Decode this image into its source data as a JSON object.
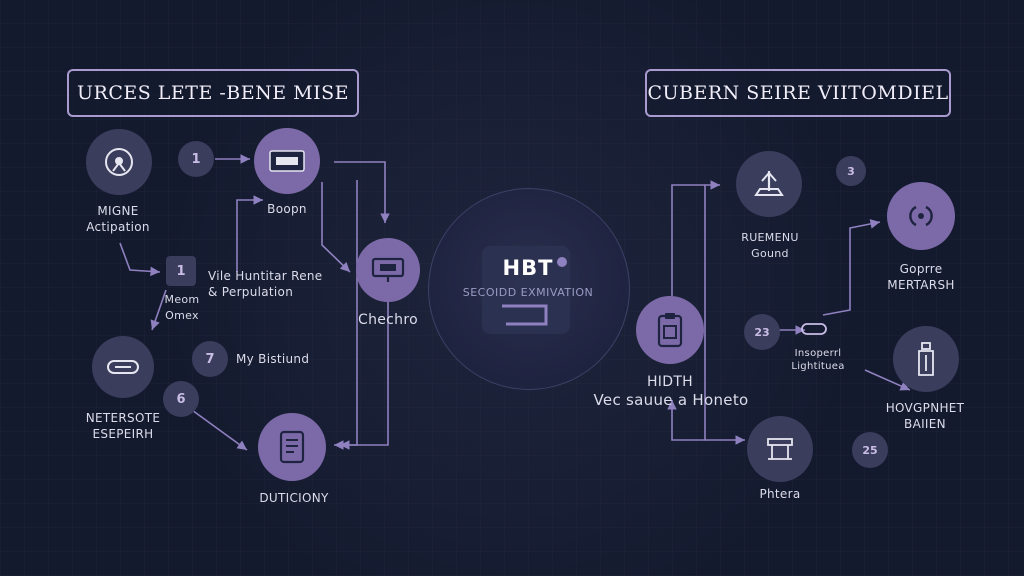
{
  "titles": {
    "left": "URCES LETE -BENE MISE",
    "right": "CUBERN SEIRE VIITOMDIEL"
  },
  "hub": {
    "title": "HBT",
    "subtitle": "SECOIDD EXMIVATION"
  },
  "left": {
    "node_top_label": [
      "MIGNE",
      "Actipation"
    ],
    "badge_1": "1",
    "boopn_label": "Boopn",
    "badge_1b": "1",
    "note_a": [
      "Vile Huntitar Rene",
      "& Perpulation"
    ],
    "meom_label": [
      "Meom",
      "Omex"
    ],
    "badge_7": "7",
    "note_b": "My Bistiund",
    "badge_6": "6",
    "node_bottom_label": [
      "NETERSOTE",
      "ESEPEIRH"
    ],
    "chechro_label": "Chechro",
    "dutiony_label": "DUTICIONY"
  },
  "right": {
    "badge_3": "3",
    "ruemenu_label": [
      "RUEMENU",
      "Gound"
    ],
    "goprre_label": [
      "Goprre",
      "MERTARSH"
    ],
    "badge_23": "23",
    "insperm_label": [
      "Insoperrl",
      "Lightituea"
    ],
    "hidth_label": "HIDTH",
    "vec_label": "Vec sauue a Honeto",
    "hovepnet_label": [
      "HOVGPNHET",
      "BAIIEN"
    ],
    "badge_25": "25",
    "phtera_label": "Phtera"
  },
  "colors": {
    "background": "#141a2e",
    "node_accent": "#7c6aa8",
    "node_dark": "#3a3d5c",
    "line": "#8f80c0"
  }
}
